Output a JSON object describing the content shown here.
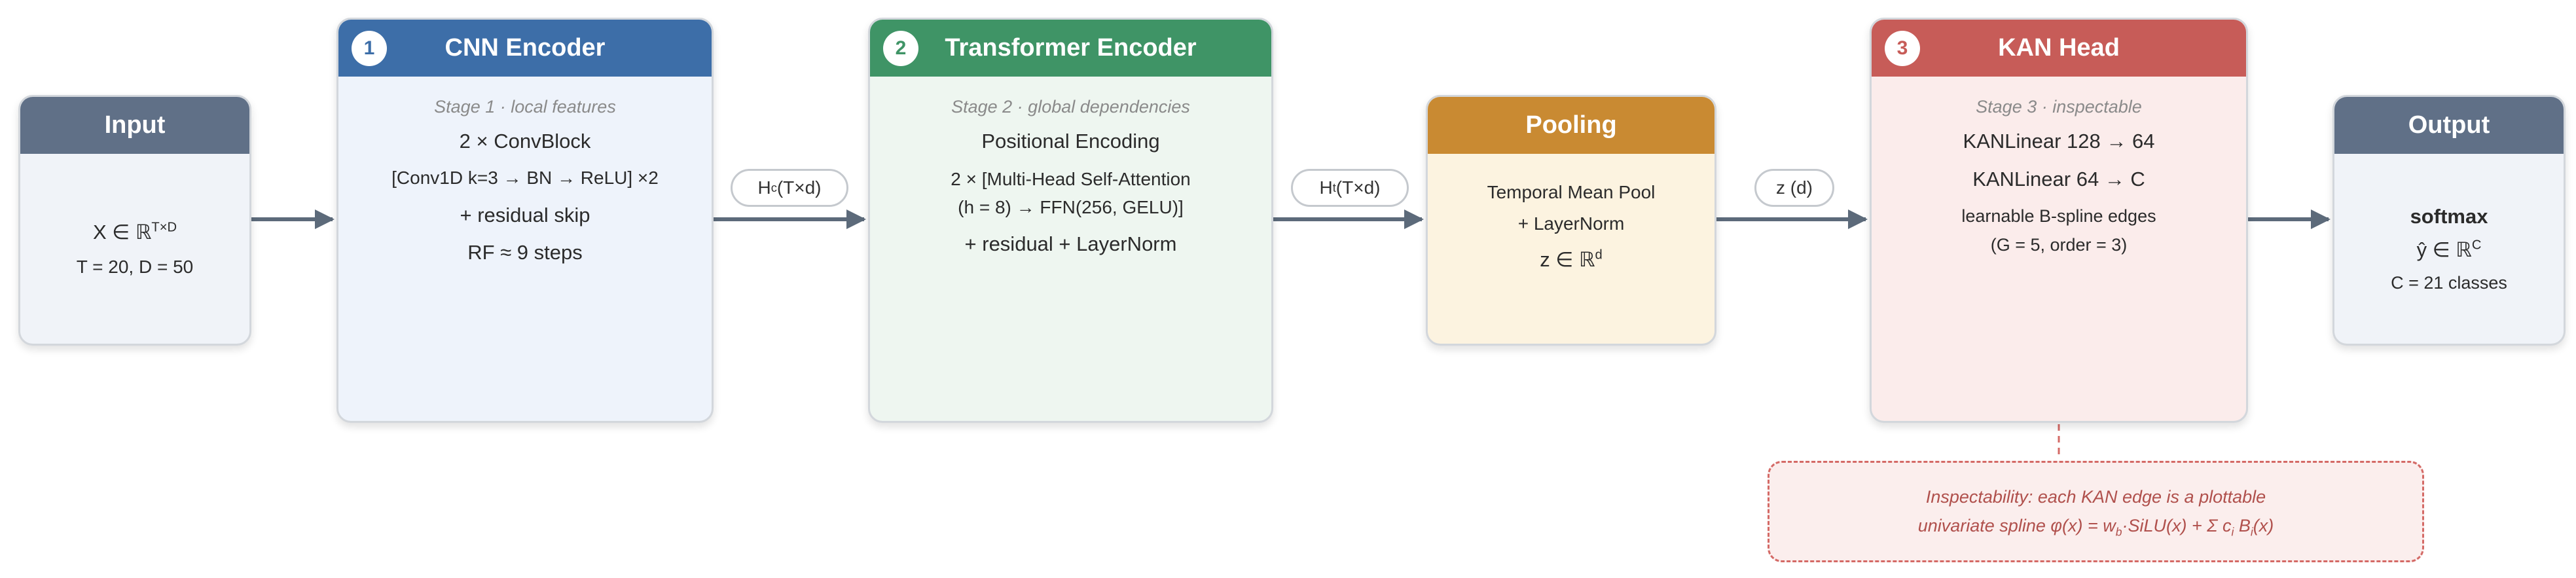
{
  "colors": {
    "slate": "#607087",
    "blue": "#3d6ea8",
    "green": "#3f9466",
    "gold": "#c98a32",
    "red": "#c75c58",
    "arrow": "#5c6a7a"
  },
  "input": {
    "title": "Input",
    "x_prefix": "X ∈ ℝ",
    "x_sup": "T×D",
    "dims": "T = 20, D = 50"
  },
  "cnn": {
    "badge": "1",
    "title": "CNN Encoder",
    "stage": "Stage 1 · local features",
    "block": "2 × ConvBlock",
    "detail": "[Conv1D k=3 → BN → ReLU] ×2",
    "skip": "+ residual skip",
    "rf": "RF ≈ 9 steps"
  },
  "transformer": {
    "badge": "2",
    "title": "Transformer Encoder",
    "stage": "Stage 2 · global dependencies",
    "pe": "Positional Encoding",
    "mhsa_1": "2 × [Multi-Head Self-Attention",
    "mhsa_2": "(h = 8) → FFN(256, GELU)]",
    "norm": "+ residual + LayerNorm"
  },
  "pooling": {
    "title": "Pooling",
    "line1": "Temporal Mean Pool",
    "line2": "+ LayerNorm",
    "z_prefix": "z ∈ ℝ",
    "z_sup": "d"
  },
  "kan": {
    "badge": "3",
    "title": "KAN Head",
    "stage": "Stage 3 · inspectable",
    "layer1": "KANLinear 128 → 64",
    "layer2": "KANLinear 64 → C",
    "edges": "learnable B-spline edges",
    "params": "(G = 5, order = 3)"
  },
  "output": {
    "title": "Output",
    "fn": "softmax",
    "y_prefix": "ŷ ∈ ℝ",
    "y_sup": "C",
    "classes": "C = 21 classes"
  },
  "edge_labels": {
    "hc_main": "H",
    "hc_sub": "c",
    "hc_rest": " (T×d)",
    "ht_main": "H",
    "ht_sub": "t",
    "ht_rest": " (T×d)",
    "z": "z (d)"
  },
  "note": {
    "line1": "Inspectability: each KAN edge is a plottable",
    "l2_a": "univariate spline φ(x) = w",
    "l2_b": "b",
    "l2_c": "·SiLU(x) + Σ c",
    "l2_d": "i",
    "l2_e": " B",
    "l2_f": "i",
    "l2_g": "(x)"
  }
}
